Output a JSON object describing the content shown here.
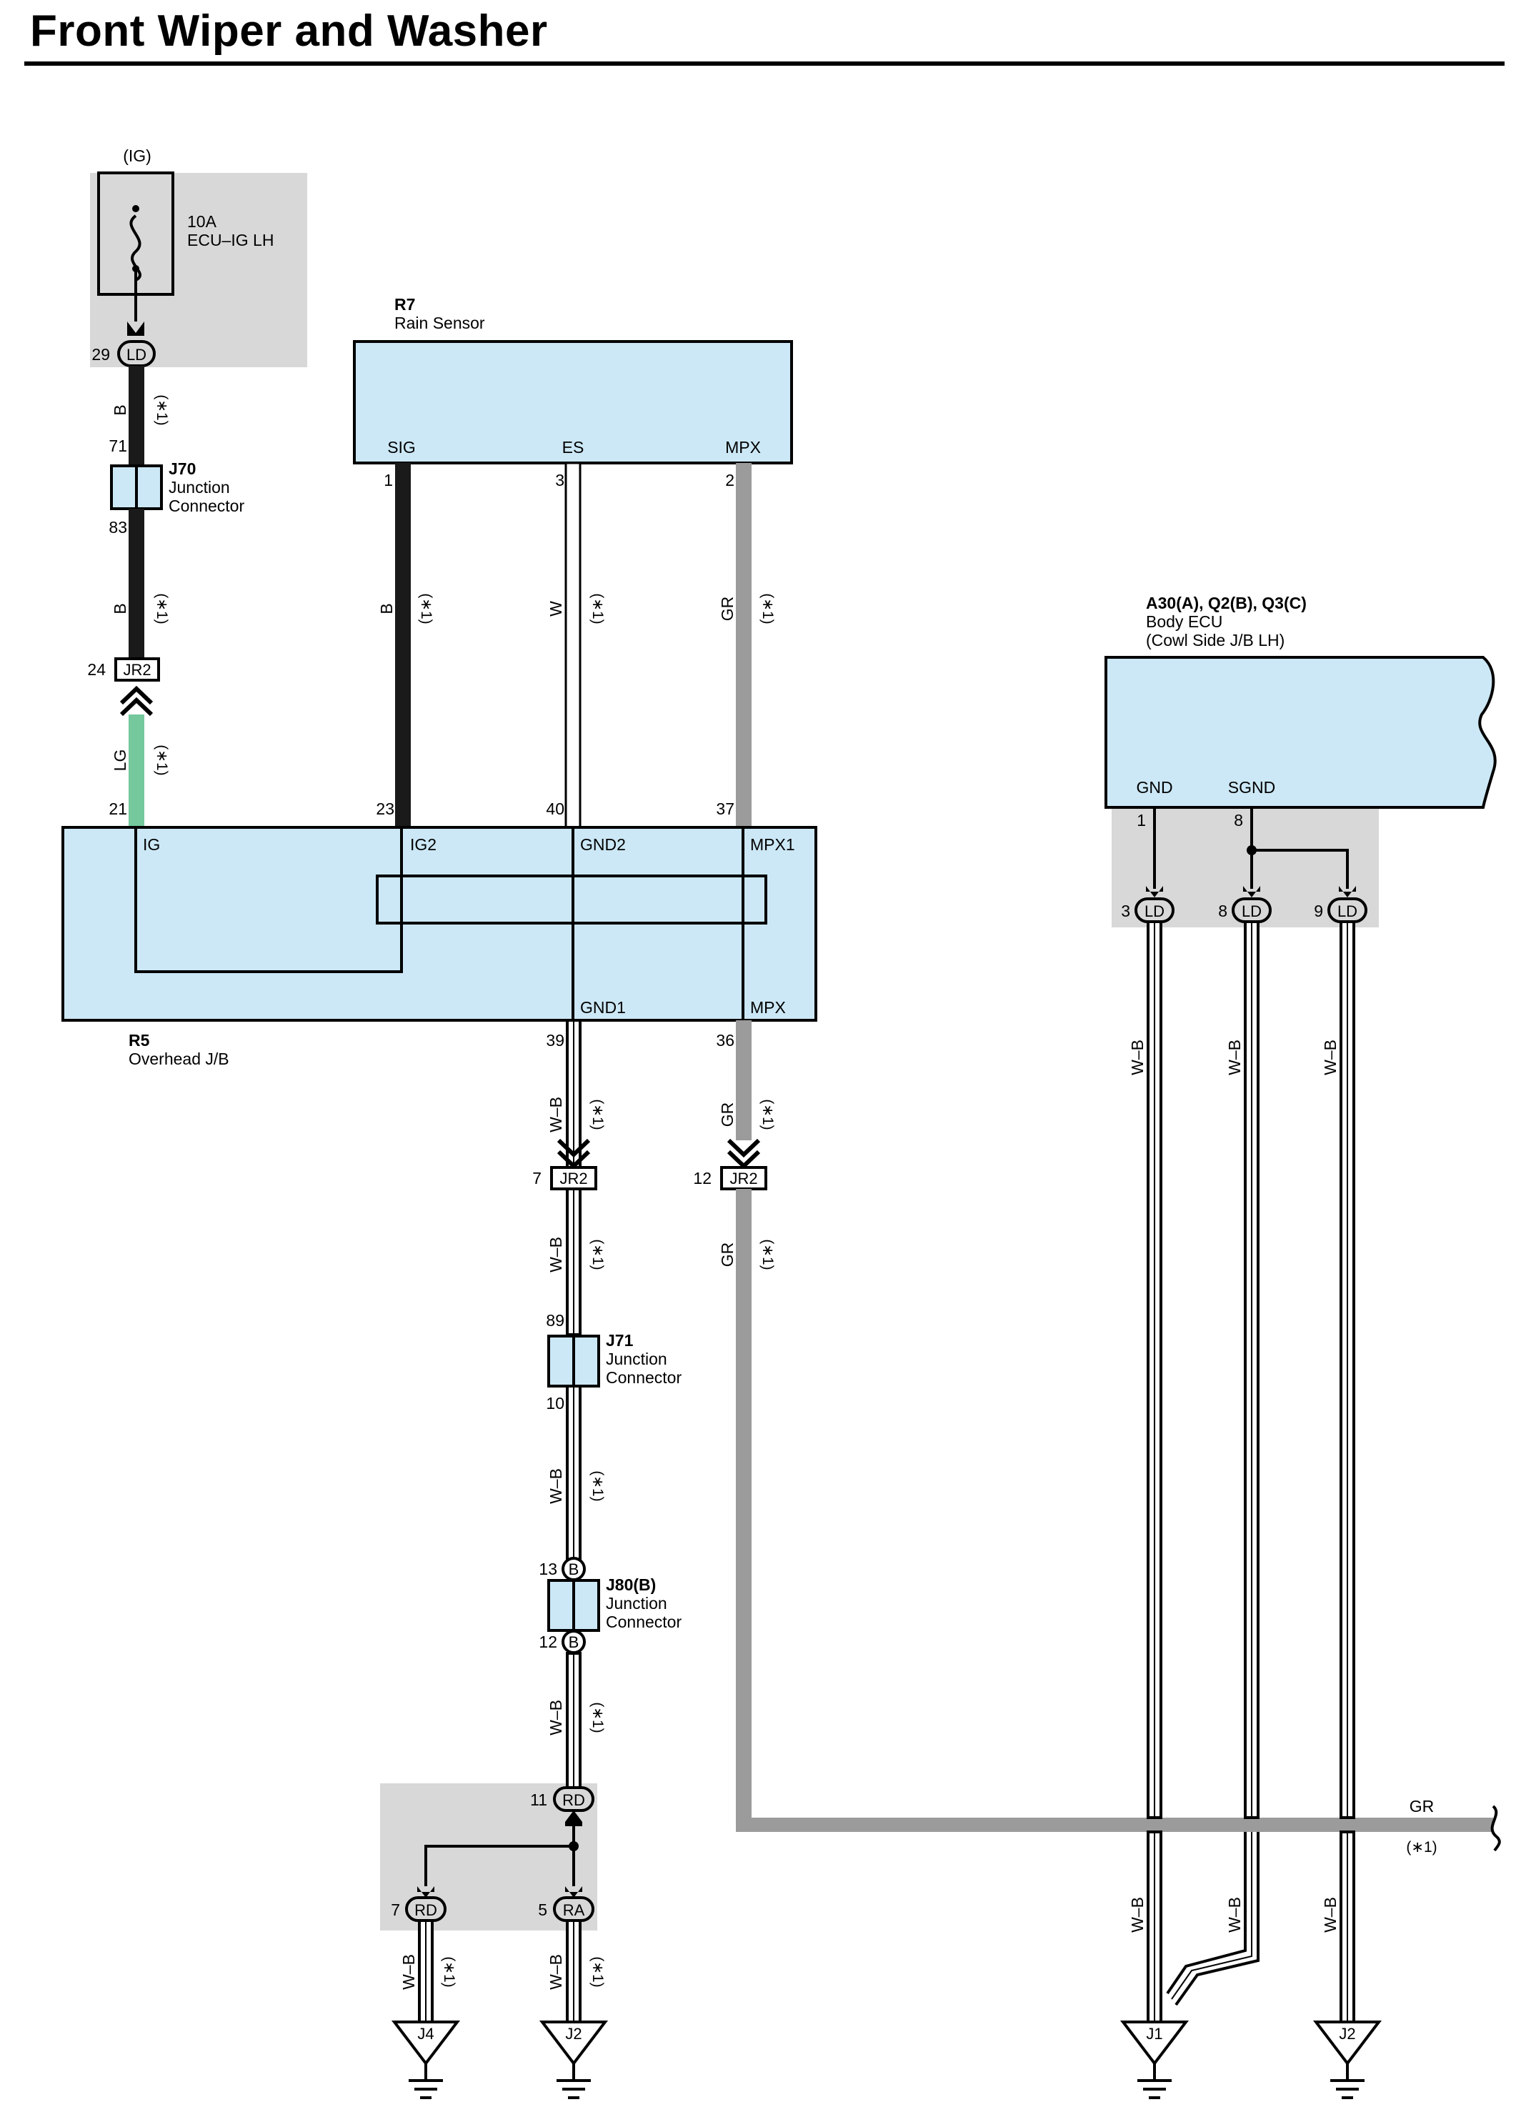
{
  "title": "Front Wiper and Washer",
  "colors": {
    "box_fill": "#cce8f6",
    "gray_area": "#d8d8d8",
    "wire_B": "#1a1a1a",
    "wire_GR": "#9b9b9b",
    "wire_LG": "#74c89c",
    "wire_W": "#ffffff"
  },
  "fuse": {
    "source": "(IG)",
    "rating": "10A",
    "name": "ECU–IG LH",
    "icon": "fuse-icon"
  },
  "connectors": {
    "ld29": {
      "pin": "29",
      "tag": "LD"
    },
    "jr2_24": {
      "pin": "24",
      "tag": "JR2"
    },
    "jr2_7": {
      "pin": "7",
      "tag": "JR2"
    },
    "jr2_12": {
      "pin": "12",
      "tag": "JR2"
    },
    "rd11": {
      "pin": "11",
      "tag": "RD"
    },
    "rd7": {
      "pin": "7",
      "tag": "RD"
    },
    "ra5": {
      "pin": "5",
      "tag": "RA"
    },
    "ld3": {
      "pin": "3",
      "tag": "LD"
    },
    "ld8": {
      "pin": "8",
      "tag": "LD"
    },
    "ld9": {
      "pin": "9",
      "tag": "LD"
    },
    "b13": {
      "pin": "13",
      "tag": "B"
    },
    "b12": {
      "pin": "12",
      "tag": "B"
    }
  },
  "j70": {
    "id": "J70",
    "line1": "Junction",
    "line2": "Connector",
    "pin_top": "71",
    "pin_bottom": "83"
  },
  "j71": {
    "id": "J71",
    "line1": "Junction",
    "line2": "Connector",
    "pin_top": "89",
    "pin_bottom": "10"
  },
  "j80": {
    "id": "J80(B)",
    "line1": "Junction",
    "line2": "Connector"
  },
  "rain_sensor": {
    "id": "R7",
    "name": "Rain Sensor",
    "terminals": [
      "SIG",
      "ES",
      "MPX"
    ],
    "pins": [
      "1",
      "3",
      "2"
    ]
  },
  "overhead_jb": {
    "id": "R5",
    "name": "Overhead J/B",
    "top_terminals": [
      "IG",
      "IG2",
      "GND2",
      "MPX1"
    ],
    "top_pins": [
      "21",
      "23",
      "40",
      "37"
    ],
    "bottom_terminals": [
      "GND1",
      "MPX"
    ],
    "bottom_pins": [
      "39",
      "36"
    ]
  },
  "body_ecu": {
    "id": "A30(A), Q2(B), Q3(C)",
    "name": "Body ECU",
    "location": "(Cowl Side J/B LH)",
    "terminals": [
      "GND",
      "SGND"
    ],
    "pins": [
      "1",
      "8"
    ]
  },
  "wire_labels": {
    "b": "B",
    "lg": "LG",
    "w": "W",
    "gr": "GR",
    "wb": "W–B",
    "note": "(∗1)"
  },
  "grounds": [
    "J4",
    "J2",
    "J1",
    "J2"
  ]
}
